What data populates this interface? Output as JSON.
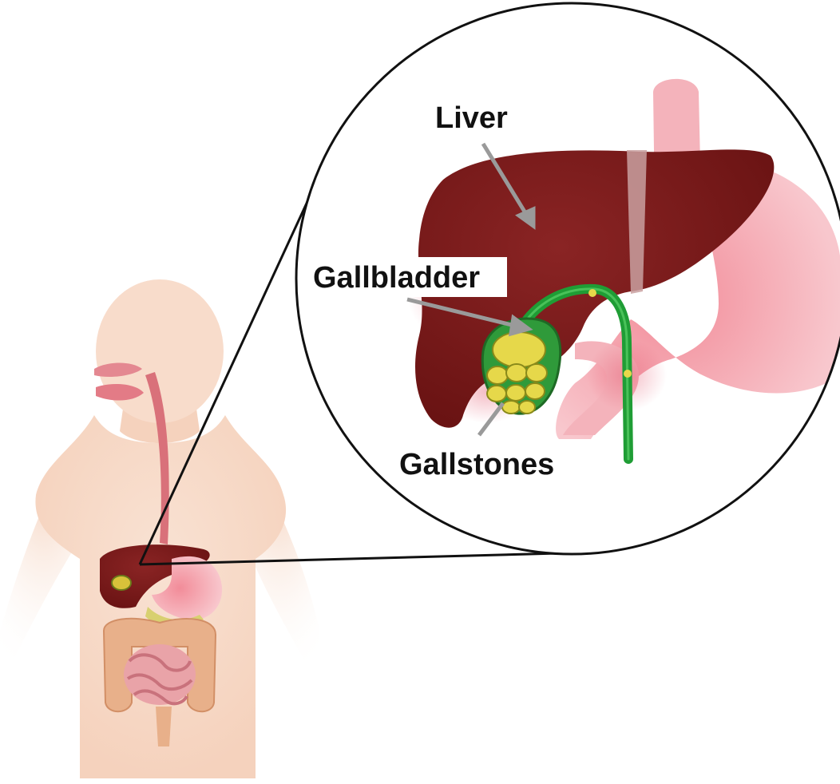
{
  "labels": {
    "liver": "Liver",
    "gallbladder": "Gallbladder",
    "gallstones": "Gallstones"
  },
  "colors": {
    "skin": "#f8dccb",
    "skin_shadow": "#f1c9b2",
    "liver": "#7b1a1a",
    "liver_highlight": "#8e2a2a",
    "stomach": "#f4a9b3",
    "stomach_glow": "#f7c6cc",
    "bile_duct": "#1f9d35",
    "gallbladder_wall": "#2f9a3a",
    "gallstone": "#e6d84a",
    "gallstone_edge": "#8a8a1a",
    "intestine": "#e9a3a8",
    "colon": "#e8b08a",
    "esophagus": "#d9717a",
    "arrow": "#9a9a9a",
    "outline": "#111111"
  }
}
